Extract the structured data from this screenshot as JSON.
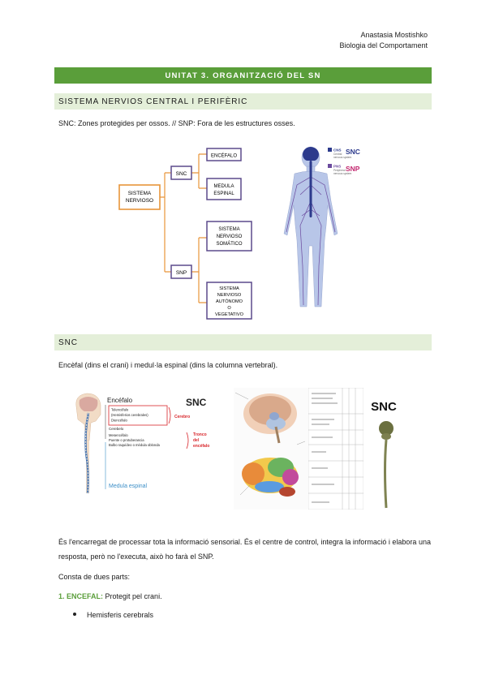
{
  "header": {
    "author": "Anastasia Mostishko",
    "course": "Biologia del Comportament"
  },
  "unit_title": "UNITAT 3. ORGANITZACIÓ DEL SN",
  "section1": {
    "title": "SISTEMA NERVIOS CENTRAL I PERIFÈRIC",
    "text": "SNC: Zones protegides per ossos. // SNP: Fora de les estructures osses."
  },
  "diagram": {
    "root": [
      "SISTEMA",
      "NERVIOSO"
    ],
    "snc": "SNC",
    "snp": "SNP",
    "encefalo": "ENCÉFALO",
    "medula": [
      "MEDULA",
      "ESPINAL"
    ],
    "somatico": [
      "SISTEMA",
      "NERVIOSO",
      "SOMÁTICO"
    ],
    "autonomo": [
      "SISTEMA",
      "NERVIOSO",
      "AUTÓNOMO",
      "O",
      "VEGETATIVO"
    ]
  },
  "body_figure": {
    "legend_cns_code": "CNS",
    "legend_cns_sub": [
      "Central",
      "nervous system"
    ],
    "legend_cns_label": "SNC",
    "legend_pns_code": "PNS",
    "legend_pns_sub": [
      "Peripheral",
      "nervous system"
    ],
    "legend_pns_label": "SNP",
    "colors": {
      "cns": "#2c3a8c",
      "pns": "#6b4a9e",
      "body": "#b8c6e8"
    }
  },
  "section2": {
    "title": "SNC",
    "text": "Encèfal (dins el crani) i medul·la espinal (dins la columna vertebral)."
  },
  "snc_figure": {
    "encefalo_label": "Encéfalo",
    "title": "SNC",
    "group1": [
      "Telencéfalo",
      "(Hemisferios cerebrales)",
      "Diencéfalo"
    ],
    "group1_label": "Cerebro",
    "cerebelo": "Cerebelo",
    "group2": [
      "Mesencéfalo",
      "Puente o protuberancia",
      "Bulbo raquídeo o médula oblonda"
    ],
    "group2_label": [
      "Tronco",
      "del",
      "encéfalo"
    ],
    "medula_label": "Medula espinal"
  },
  "snc_photo": {
    "title": "SNC"
  },
  "paragraphs": [
    "És l'encarregat de processar tota la informació sensorial. És el centre de control, integra la informació i elabora una resposta, però no l'executa, això ho farà el SNP.",
    "Consta de dues parts:"
  ],
  "encefal": {
    "number": "1. ENCEFAL:",
    "text": "Protegit pel crani."
  },
  "bullets": [
    "Hemisferis cerebrals"
  ]
}
